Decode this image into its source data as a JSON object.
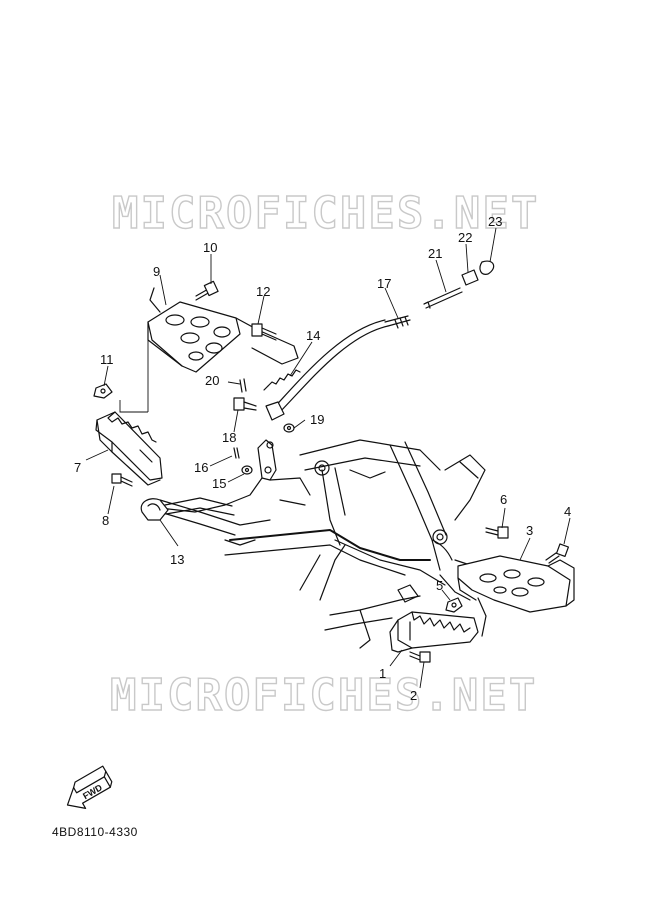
{
  "watermark": "MICROFICHES.NET",
  "diagram_code": "4BD8110-4330",
  "fwd_label": "FWD",
  "callouts": [
    "1",
    "2",
    "3",
    "4",
    "5",
    "6",
    "7",
    "8",
    "9",
    "10",
    "11",
    "12",
    "13",
    "14",
    "15",
    "16",
    "17",
    "18",
    "19",
    "20",
    "21",
    "22",
    "23"
  ]
}
